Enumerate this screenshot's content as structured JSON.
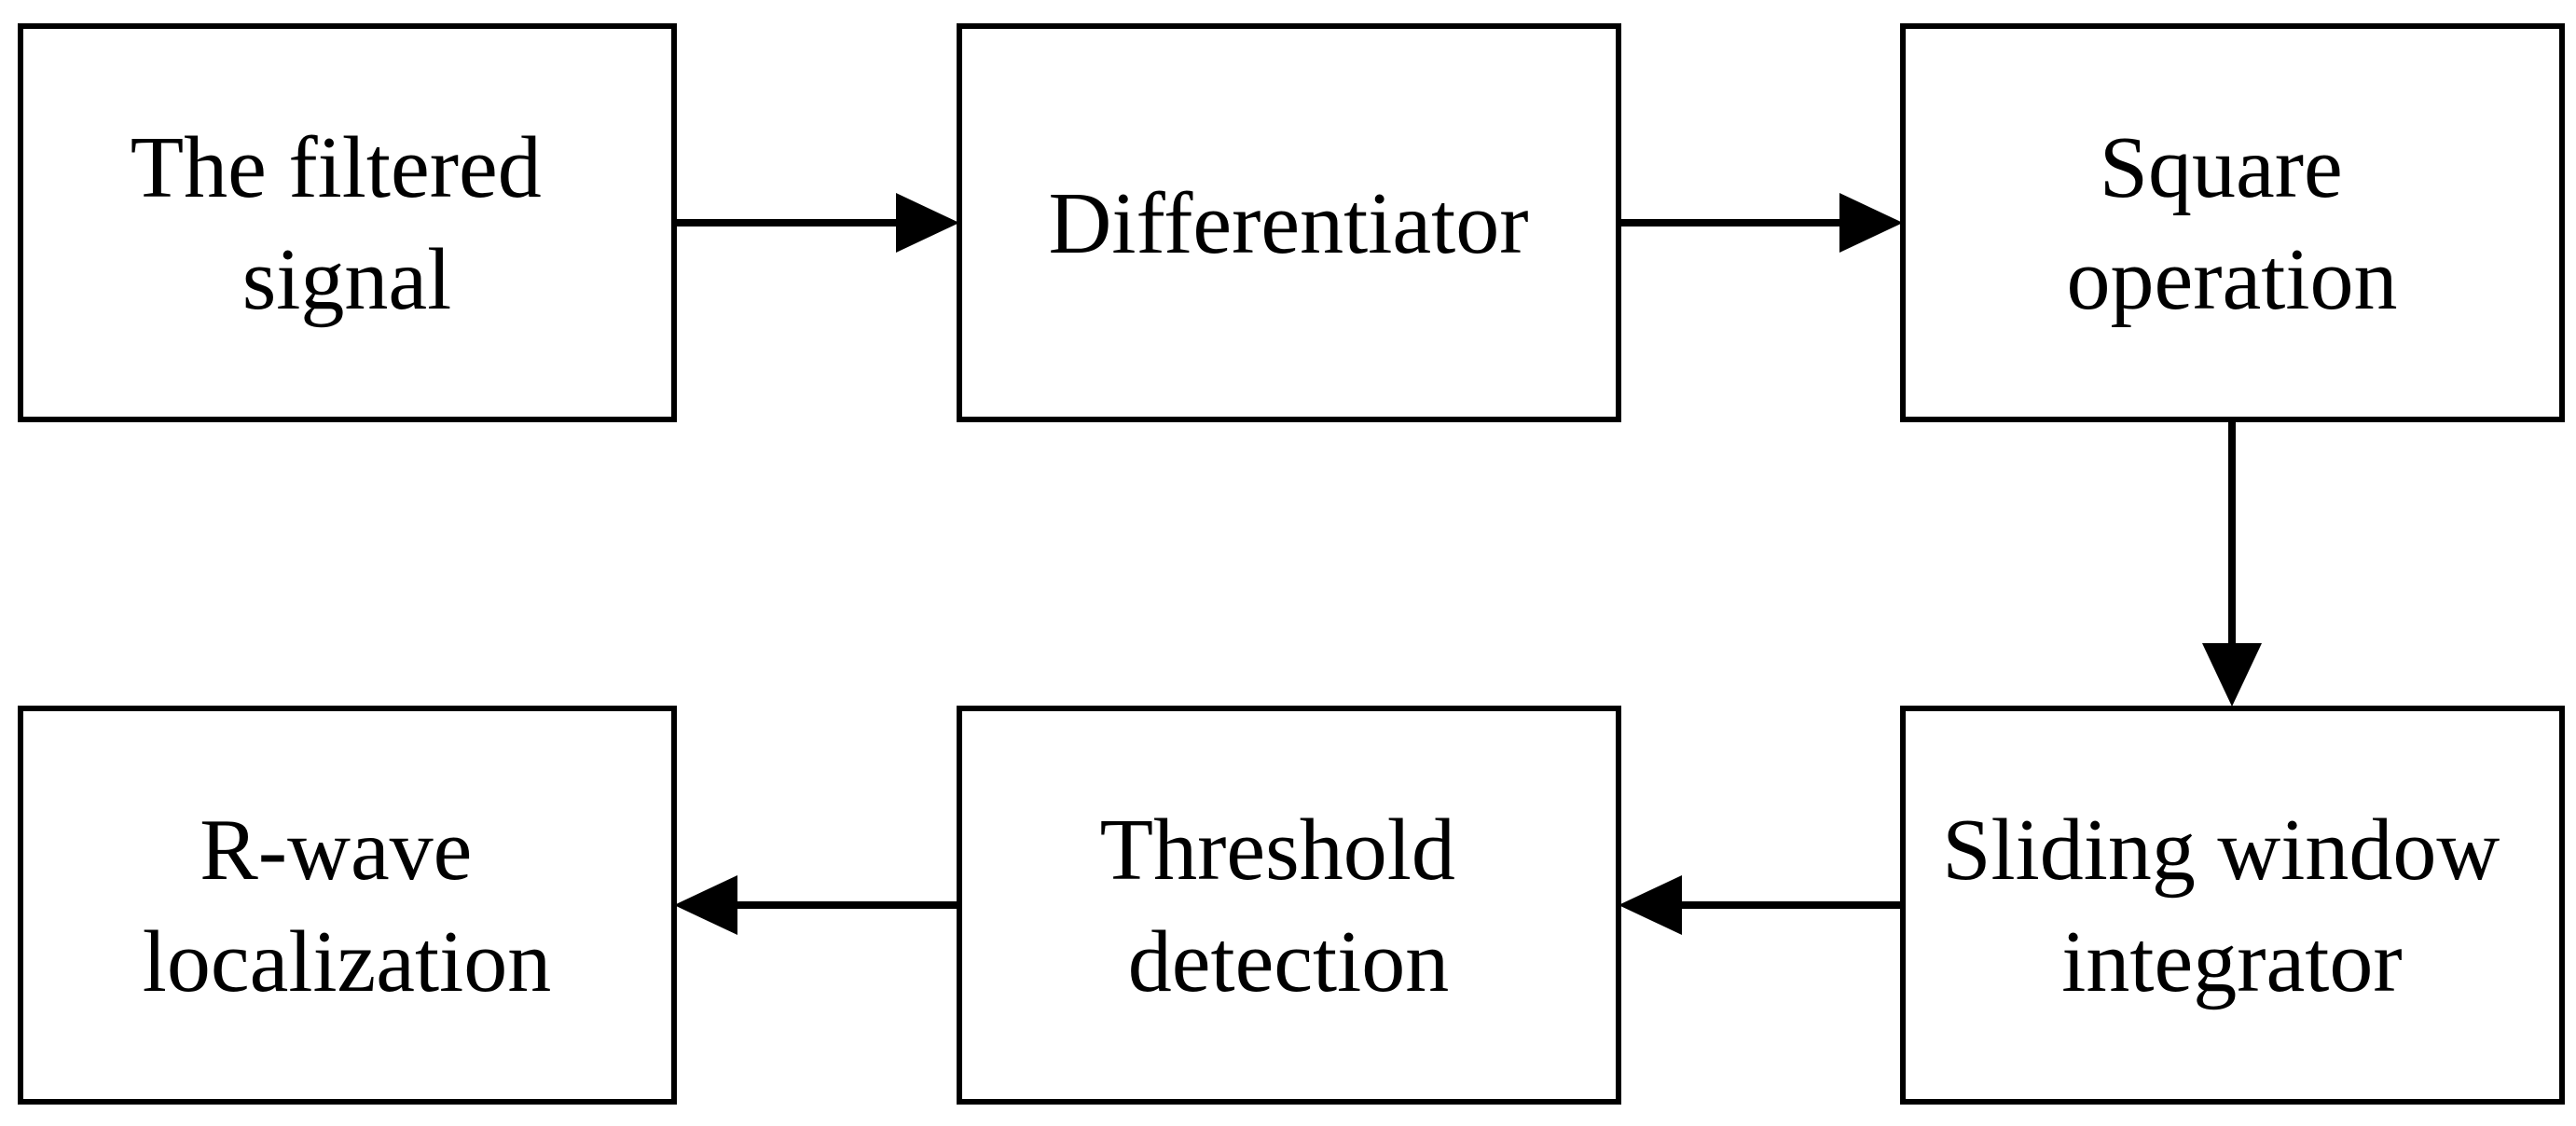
{
  "diagram": {
    "nodes": [
      {
        "id": "filtered-signal",
        "lines": [
          "The filtered",
          "signal"
        ]
      },
      {
        "id": "differentiator",
        "lines": [
          "Differentiator"
        ]
      },
      {
        "id": "square-operation",
        "lines": [
          "Square",
          "operation"
        ]
      },
      {
        "id": "sliding-window-integrator",
        "lines": [
          "Sliding window",
          "integrator"
        ]
      },
      {
        "id": "threshold-detection",
        "lines": [
          "Threshold",
          "detection"
        ]
      },
      {
        "id": "r-wave-localization",
        "lines": [
          "R-wave",
          "localization"
        ]
      }
    ],
    "edges": [
      {
        "from": "filtered-signal",
        "to": "differentiator"
      },
      {
        "from": "differentiator",
        "to": "square-operation"
      },
      {
        "from": "square-operation",
        "to": "sliding-window-integrator"
      },
      {
        "from": "sliding-window-integrator",
        "to": "threshold-detection"
      },
      {
        "from": "threshold-detection",
        "to": "r-wave-localization"
      }
    ],
    "colors": {
      "stroke": "#000000",
      "fill": "#ffffff",
      "text": "#000000"
    }
  }
}
